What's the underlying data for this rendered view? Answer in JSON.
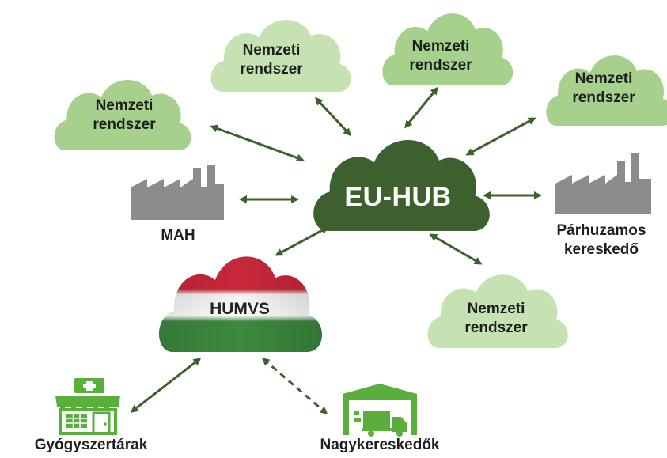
{
  "hub": {
    "label": "EU-HUB"
  },
  "national_systems": [
    {
      "line1": "Nemzeti",
      "line2": "rendszer"
    },
    {
      "line1": "Nemzeti",
      "line2": "rendszer"
    },
    {
      "line1": "Nemzeti",
      "line2": "rendszer"
    },
    {
      "line1": "Nemzeti",
      "line2": "rendszer"
    },
    {
      "line1": "Nemzeti",
      "line2": "rendszer"
    }
  ],
  "mah": {
    "label": "MAH"
  },
  "parallel_trader": {
    "line1": "Párhuzamos",
    "line2": "kereskedő"
  },
  "humvs": {
    "label": "HUMVS"
  },
  "pharmacies": {
    "label": "Gyógyszertárak"
  },
  "wholesalers": {
    "label": "Nagykereskedők"
  },
  "colors": {
    "hub_dark_green": "#3e5f2e",
    "cloud_green": "#a7d08c",
    "cloud_light_green": "#c6e2b3",
    "arrow_green": "#3e5f2e",
    "factory_gray": "#8c8c8c",
    "icon_green": "#5aaf3c",
    "flag_red": "#c8283c",
    "flag_green": "#3c8a3e"
  },
  "icons": [
    "factory-icon",
    "pharmacy-icon",
    "warehouse-truck-icon"
  ]
}
